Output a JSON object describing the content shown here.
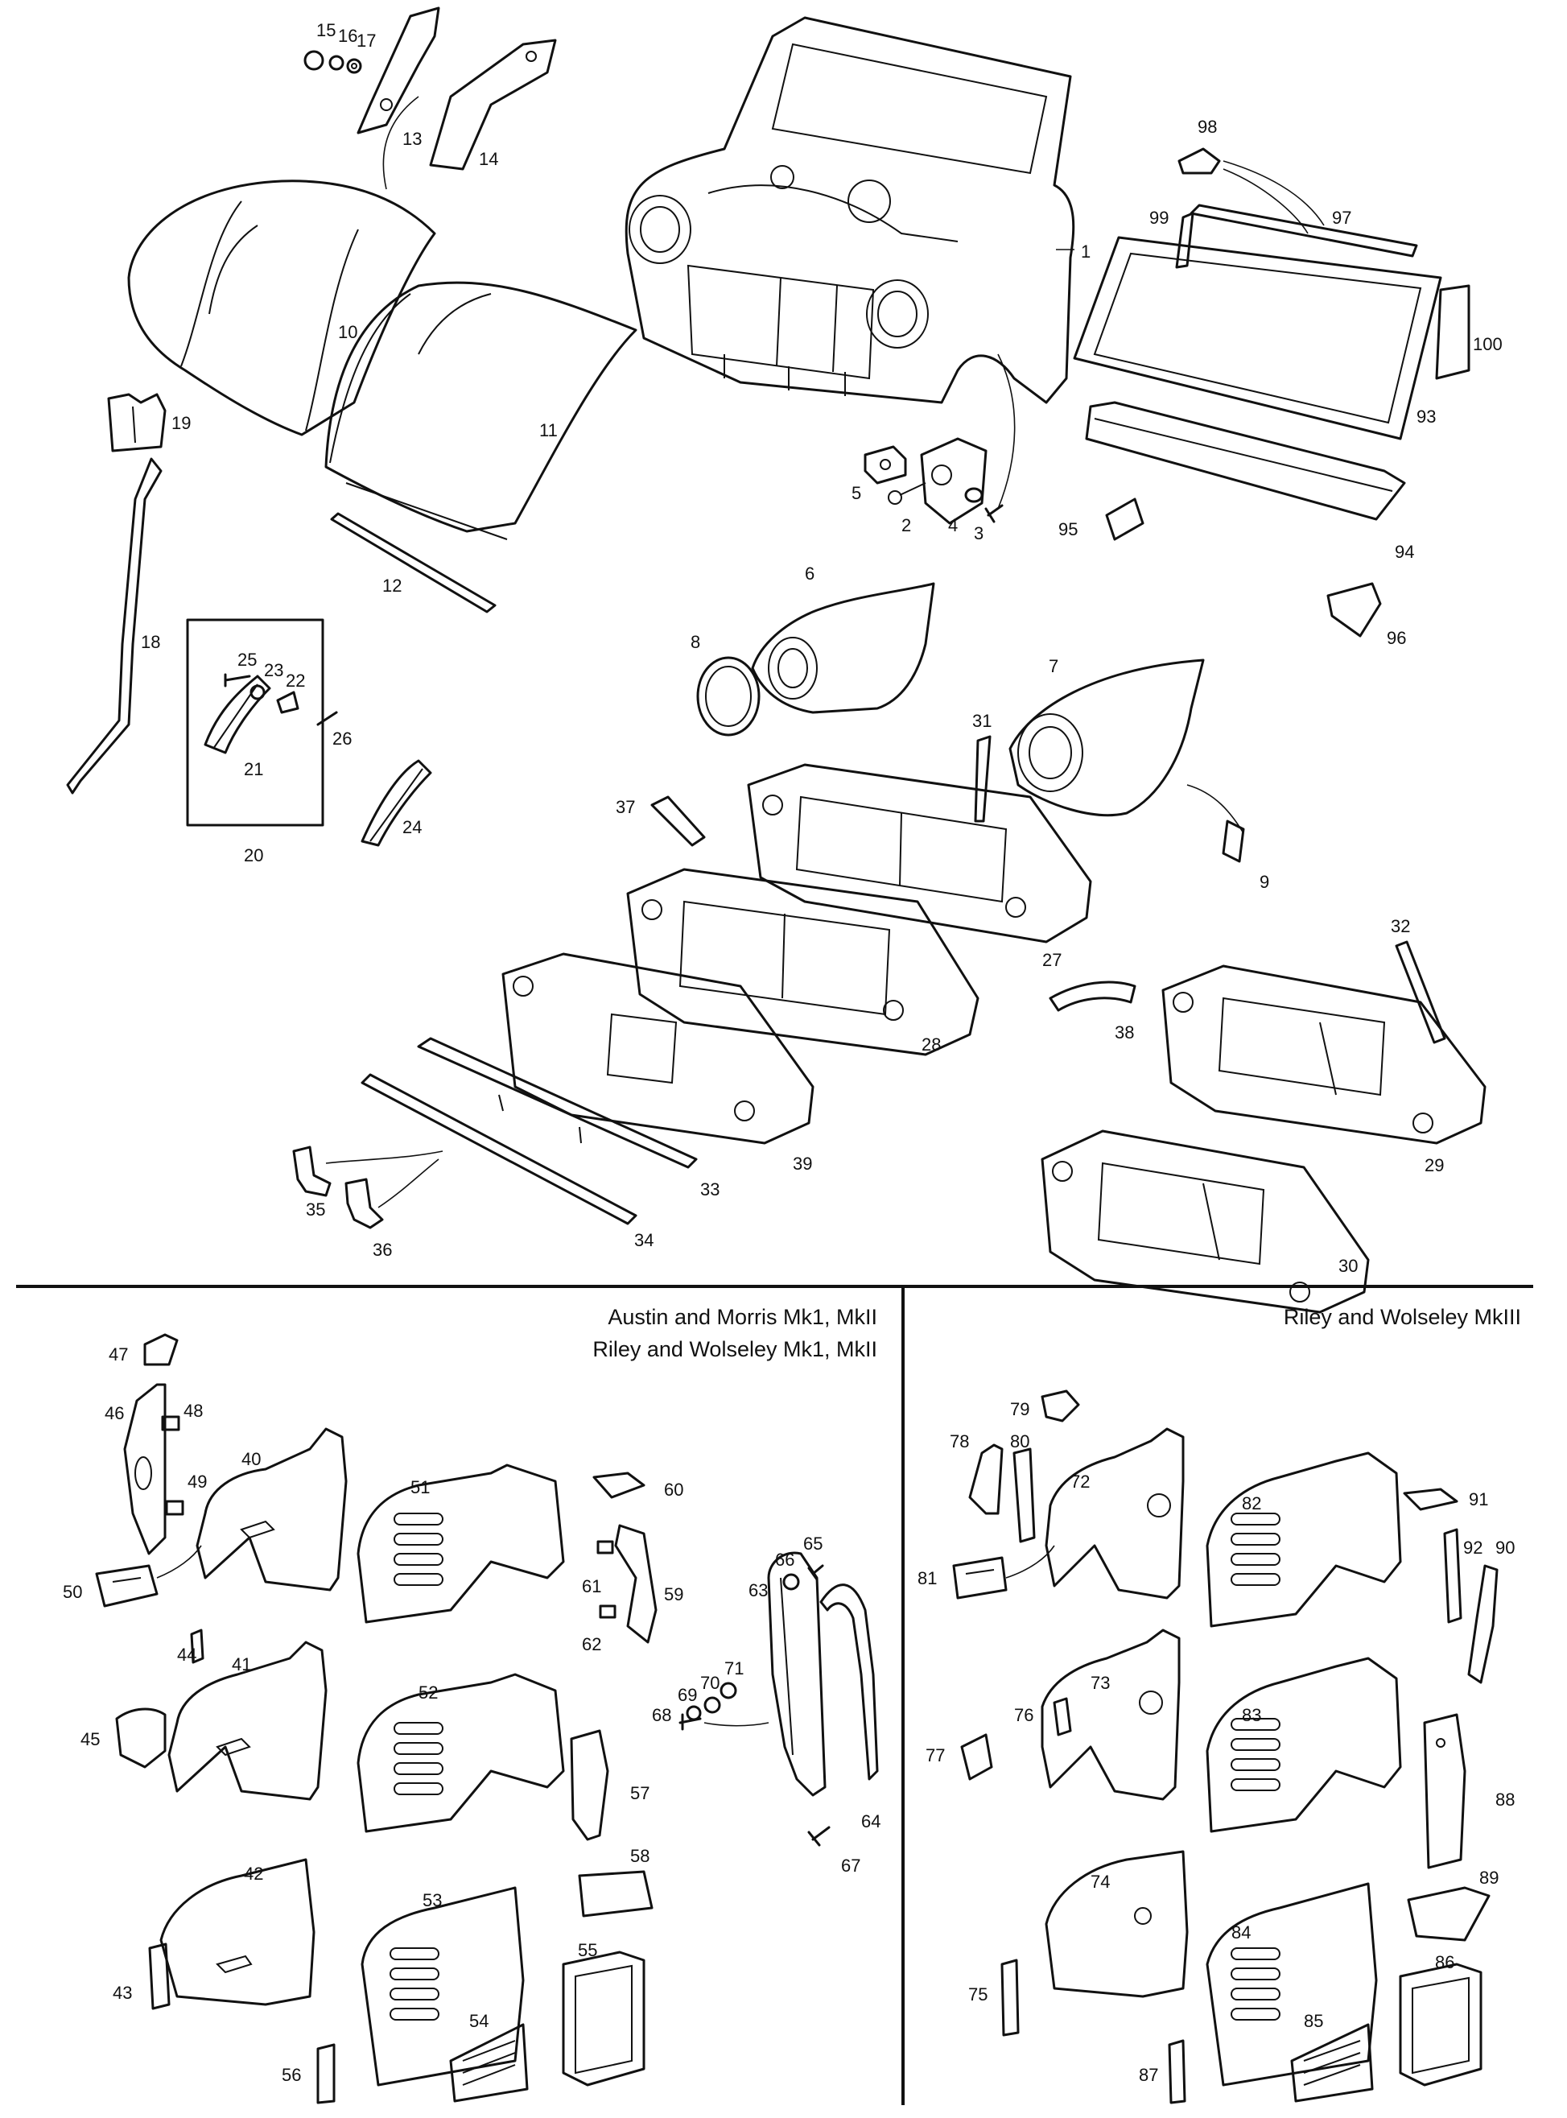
{
  "sections": {
    "left_title_line1": "Austin and Morris Mk1, MkII",
    "left_title_line2": "Riley and Wolseley Mk1, MkII",
    "right_title": "Riley and Wolseley MkIII"
  },
  "callouts": [
    "1",
    "2",
    "3",
    "4",
    "5",
    "6",
    "7",
    "8",
    "9",
    "10",
    "11",
    "12",
    "13",
    "14",
    "15",
    "16",
    "17",
    "18",
    "19",
    "20",
    "21",
    "22",
    "23",
    "24",
    "25",
    "26",
    "27",
    "28",
    "29",
    "30",
    "31",
    "32",
    "33",
    "34",
    "35",
    "36",
    "37",
    "38",
    "39",
    "40",
    "41",
    "42",
    "43",
    "44",
    "45",
    "46",
    "47",
    "48",
    "49",
    "50",
    "51",
    "52",
    "53",
    "54",
    "55",
    "56",
    "57",
    "58",
    "59",
    "60",
    "61",
    "62",
    "63",
    "64",
    "65",
    "66",
    "67",
    "68",
    "69",
    "70",
    "71",
    "72",
    "73",
    "74",
    "75",
    "76",
    "77",
    "78",
    "79",
    "80",
    "81",
    "82",
    "83",
    "84",
    "85",
    "86",
    "87",
    "88",
    "89",
    "90",
    "91",
    "92",
    "93",
    "94",
    "95",
    "96",
    "97",
    "98",
    "99",
    "100"
  ],
  "colors": {
    "line": "#111111",
    "background": "#ffffff"
  }
}
